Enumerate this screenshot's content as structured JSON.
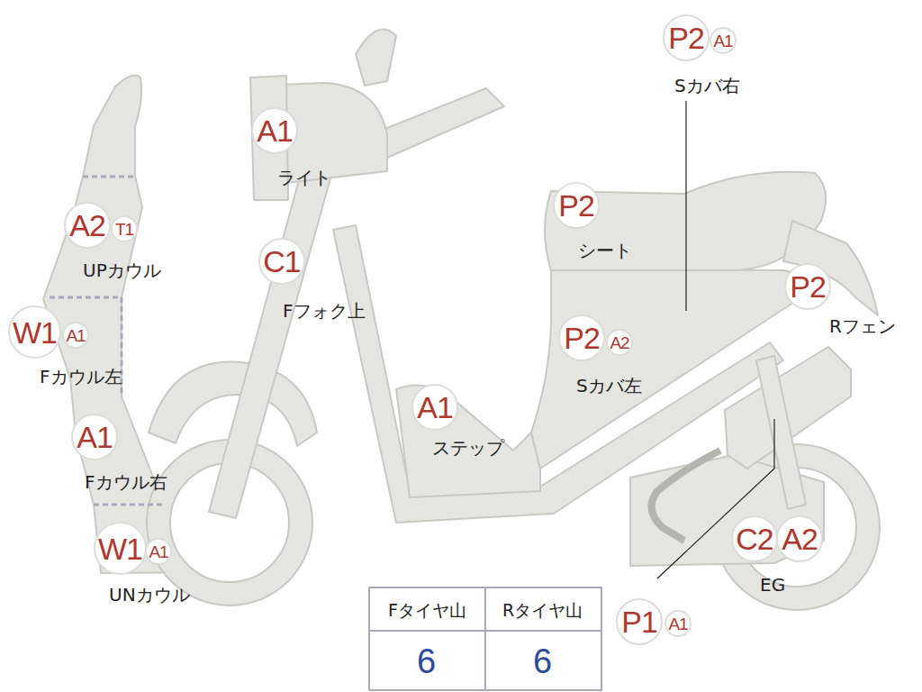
{
  "diagram": {
    "nodes": [
      {
        "text": [
          "P2"
        ]
      },
      {
        "text": [
          "A1"
        ]
      },
      {
        "text": [
          "A1"
        ]
      },
      {
        "text": [
          "A2"
        ]
      },
      {
        "text": [
          "T1"
        ]
      },
      {
        "text": [
          "C1"
        ]
      },
      {
        "text": [
          "P2"
        ]
      },
      {
        "text": [
          "P2"
        ]
      },
      {
        "text": [
          "W1"
        ]
      },
      {
        "text": [
          "A1"
        ]
      },
      {
        "text": [
          "P2"
        ]
      },
      {
        "text": [
          "A2"
        ]
      },
      {
        "text": [
          "A1"
        ]
      },
      {
        "text": [
          "A1"
        ]
      },
      {
        "text": [
          "W1"
        ]
      },
      {
        "text": [
          "A1"
        ]
      },
      {
        "text": [
          "C2"
        ]
      },
      {
        "text": [
          "A2"
        ]
      },
      {
        "text": [
          "P1"
        ]
      },
      {
        "text": [
          "A1"
        ]
      }
    ],
    "labels": [
      "Sカバ右",
      "ライト",
      "UPカウル",
      "Fフォク上",
      "シート",
      "Rフェン",
      "Fカウル左",
      "Sカバ左",
      "ステップ",
      "Fカウル右",
      "UNカウル",
      "EG",
      "Fタイヤ山",
      "Rタイヤ山",
      "6",
      "6"
    ]
  }
}
